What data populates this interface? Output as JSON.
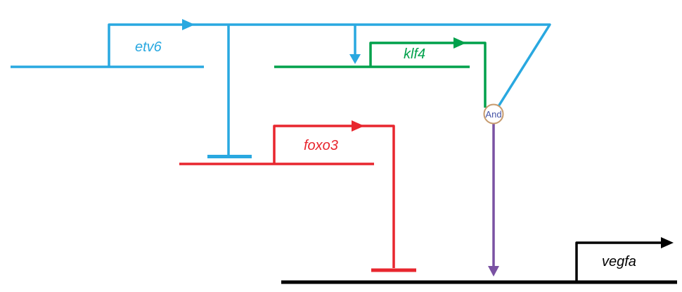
{
  "background": "#ffffff",
  "genes": {
    "etv6": {
      "label": "etv6",
      "color": "#29a8e0"
    },
    "klf4": {
      "label": "klf4",
      "color": "#00a14b"
    },
    "foxo3": {
      "label": "foxo3",
      "color": "#e8262e"
    },
    "vegfa": {
      "label": "vegfa",
      "color": "#000000"
    }
  },
  "gate": {
    "label": "And",
    "ring_color": "#c69a6d",
    "text_color": "#4553a6",
    "arrow_color": "#7a52a3"
  },
  "edges": [
    {
      "source": "etv6",
      "target": "klf4",
      "type": "activation"
    },
    {
      "source": "etv6",
      "target": "foxo3",
      "type": "repression"
    },
    {
      "source": "etv6",
      "target": "And-gate",
      "type": "input"
    },
    {
      "source": "klf4",
      "target": "And-gate",
      "type": "input"
    },
    {
      "source": "And-gate",
      "target": "vegfa",
      "type": "activation"
    },
    {
      "source": "foxo3",
      "target": "vegfa",
      "type": "repression"
    }
  ]
}
